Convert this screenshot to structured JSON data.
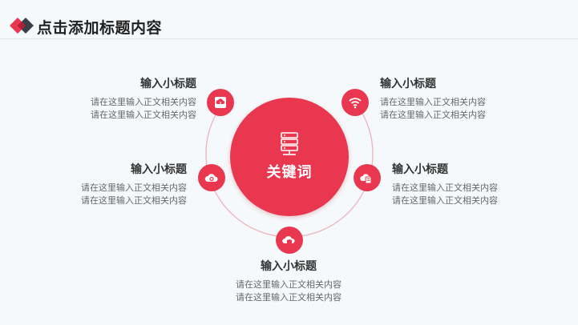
{
  "page": {
    "title": "点击添加标题内容"
  },
  "colors": {
    "accent": "#e8374e",
    "ring": "#eeb7bf",
    "accent_dark": "#c92c40"
  },
  "center": {
    "label": "关键词",
    "icon": "server-icon"
  },
  "items": [
    {
      "title": "输入小标题",
      "line1": "请在这里输入正文相关内容",
      "line2": "请在这里输入正文相关内容",
      "icon": "cloud-download-icon"
    },
    {
      "title": "输入小标题",
      "line1": "请在这里输入正文相关内容",
      "line2": "请在这里输入正文相关内容",
      "icon": "wifi-icon"
    },
    {
      "title": "输入小标题",
      "line1": "请在这里输入正文相关内容",
      "line2": "请在这里输入正文相关内容",
      "icon": "cloud-settings-icon"
    },
    {
      "title": "输入小标题",
      "line1": "请在这里输入正文相关内容",
      "line2": "请在这里输入正文相关内容",
      "icon": "cloud-document-icon"
    },
    {
      "title": "输入小标题",
      "line1": "请在这里输入正文相关内容",
      "line2": "请在这里输入正文相关内容",
      "icon": "cloud-shield-icon"
    }
  ]
}
